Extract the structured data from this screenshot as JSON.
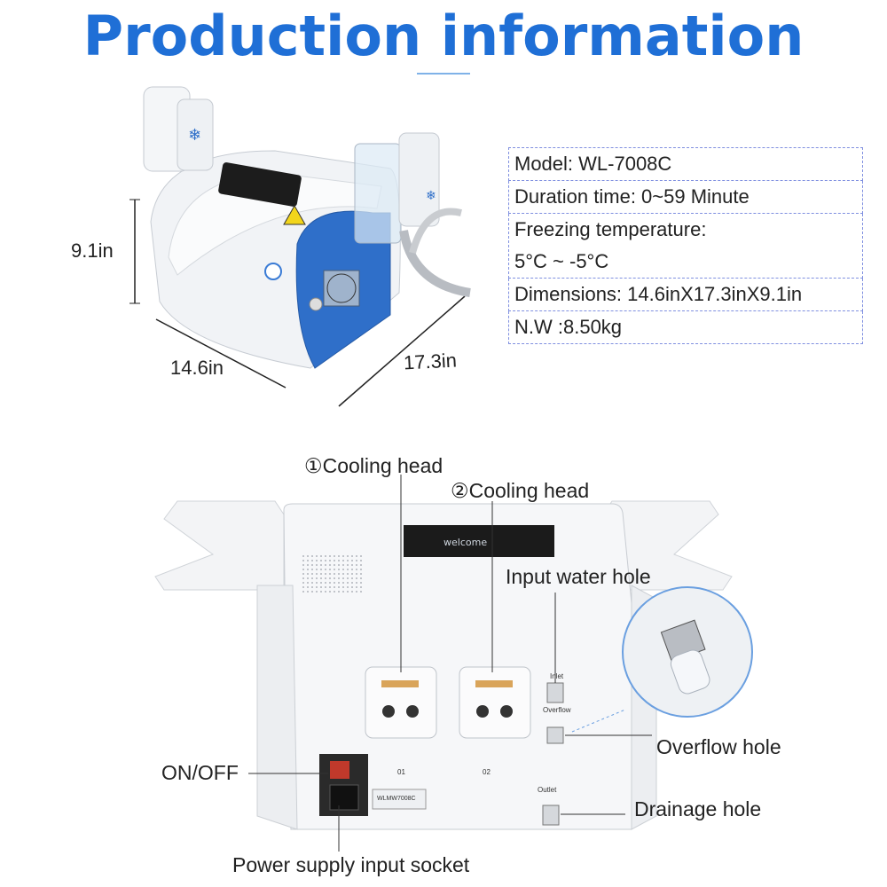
{
  "title": "Production information",
  "dimensions": {
    "height": "9.1in",
    "width": "14.6in",
    "depth": "17.3in"
  },
  "specs": [
    "Model: WL-7008C",
    "Duration time:  0~59  Minute",
    "Freezing temperature:\n5°C ~ -5°C",
    "Dimensions: 14.6inX17.3inX9.1in",
    "N.W :8.50kg"
  ],
  "callouts": {
    "cooling_head_1": "①Cooling head",
    "cooling_head_2": "②Cooling head",
    "input_water": "Input water hole",
    "overflow": "Overflow hole",
    "drainage": "Drainage hole",
    "onoff": "ON/OFF",
    "power": "Power supply input socket"
  },
  "panel_labels": {
    "port1": "01",
    "port2": "02",
    "inlet": "Inlet",
    "overflow_small": "Overflow",
    "outlet": "Outlet",
    "nameplate": "WLMW7008C",
    "screen_text": "welcome"
  },
  "colors": {
    "title": "#1f6fd6",
    "device_blue": "#2f6fc9",
    "table_border": "#7f8fe0"
  }
}
